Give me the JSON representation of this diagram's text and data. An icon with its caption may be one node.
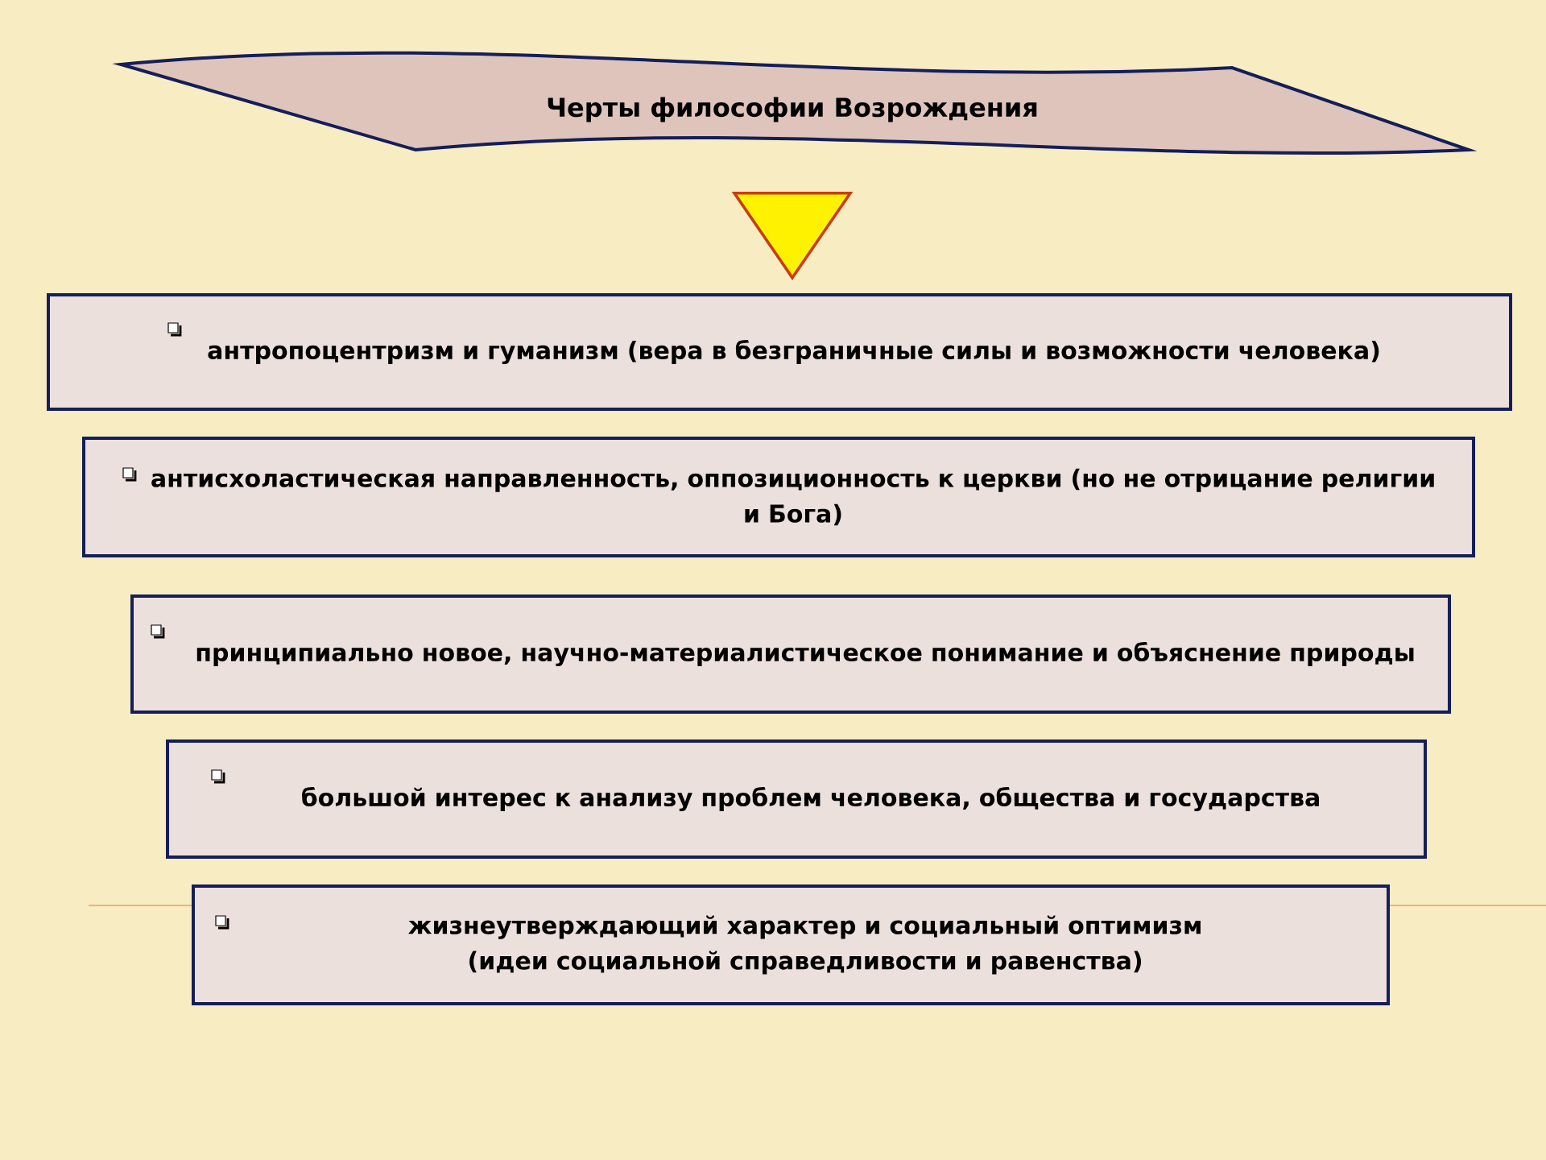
{
  "diagram": {
    "nodes": [
      {
        "text": [
          "Черты философии Возрождения"
        ]
      },
      {
        "text": [
          "антропоцентризм и гуманизм (вера в безграничные силы и возможности человека)"
        ]
      },
      {
        "text": [
          "антисхоластическая направленность, оппозиционность к церкви (но не отрицание религии и Бога)"
        ]
      },
      {
        "text": [
          "принципиально новое, научно-материалистическое понимание и объяснение природы"
        ]
      },
      {
        "text": [
          "большой интерес к анализу проблем человека, общества и государства"
        ]
      },
      {
        "text": [
          "жизнеутверждающий характер и социальный оптимизм (идеи социальной справедливости и равенства)"
        ]
      }
    ],
    "edges": [
      {
        "from": 0,
        "to": 1,
        "arrow": "to"
      }
    ]
  }
}
